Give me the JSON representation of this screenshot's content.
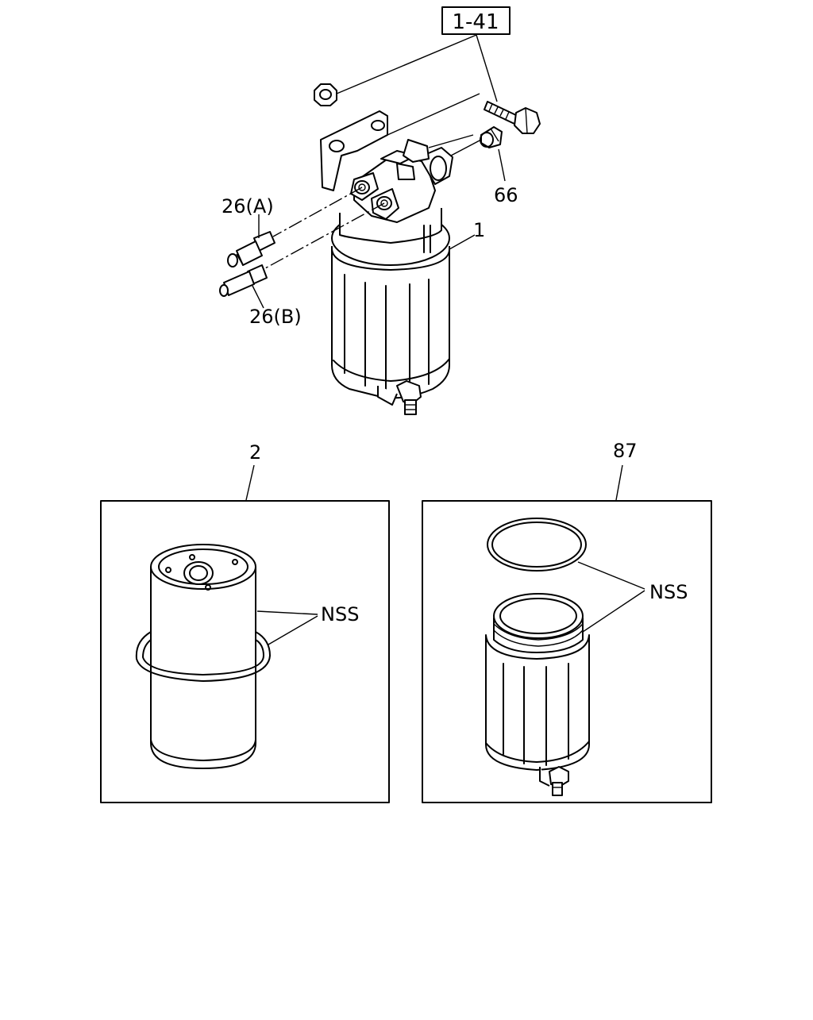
{
  "callouts": {
    "ref_box": "1-41",
    "part_26a": "26(A)",
    "part_26b": "26(B)",
    "part_66": "66",
    "part_1": "1",
    "part_2": "2",
    "part_87": "87",
    "nss_left": "NSS",
    "nss_right": "NSS"
  }
}
